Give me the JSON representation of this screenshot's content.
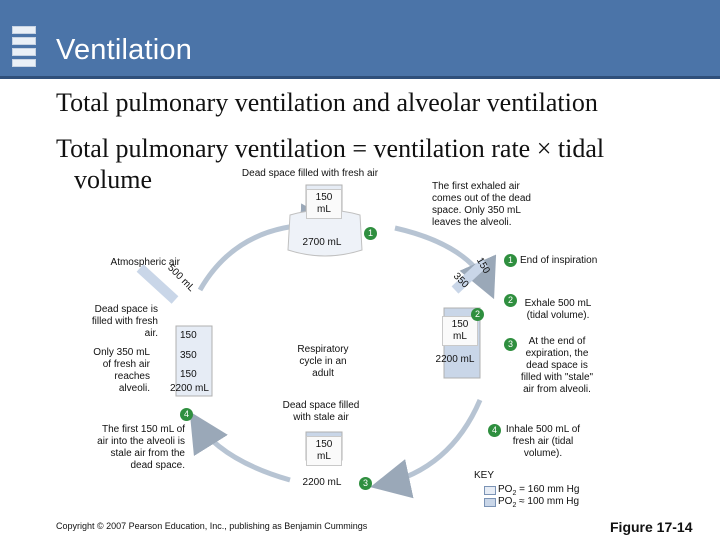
{
  "header": {
    "title": "Ventilation"
  },
  "subtitle": "Total pulmonary ventilation and alveolar ventilation",
  "equation": {
    "line1": "Total pulmonary ventilation = ventilation rate × tidal",
    "line2": "volume"
  },
  "diagram": {
    "top_caption": "Dead space filled with fresh air",
    "top_box": "150 mL",
    "top_total": "2700 mL",
    "left_atmospheric": "Atmospheric air",
    "left_500": "500 mL",
    "left_dead_space": "Dead space is filled with fresh air.",
    "left_only": "Only 350 mL of fresh air reaches alveoli.",
    "left_box_150": "150",
    "left_box_350": "350",
    "left_box_150b": "150",
    "left_total": "2200 mL",
    "left_first": "The first 150 mL of air into the alveoli is stale air from the dead space.",
    "center": "Respiratory cycle in an adult",
    "center_stale": "Dead space filled with stale air",
    "bottom_box": "150 mL",
    "bottom_total": "2200 mL",
    "right_150": "150",
    "right_350": "350",
    "right_box": "150 mL",
    "right_total": "2200 mL",
    "right_first_exhaled": "The first exhaled air comes out of the dead space. Only 350 mL leaves the alveoli.",
    "steps": [
      {
        "num": "1",
        "text": "End of inspiration"
      },
      {
        "num": "2",
        "text": "Exhale 500 mL (tidal volume)."
      },
      {
        "num": "3",
        "text": "At the end of expiration, the dead space is filled with \"stale\" air from alveoli."
      },
      {
        "num": "4",
        "text": "Inhale 500 mL of fresh air (tidal volume)."
      }
    ],
    "key": {
      "title": "KEY",
      "fresh_sub": "2",
      "fresh_pre": "PO",
      "fresh_val": " = 160 mm Hg",
      "stale_sub": "2",
      "stale_pre": "PO",
      "stale_val": " ≈ 100 mm Hg",
      "fresh_color": "#e6ecf5",
      "stale_color": "#c9d6e8"
    }
  },
  "footer": {
    "copyright": "Copyright © 2007 Pearson Education, Inc., publishing as Benjamin Cummings",
    "figure": "Figure 17-14"
  }
}
